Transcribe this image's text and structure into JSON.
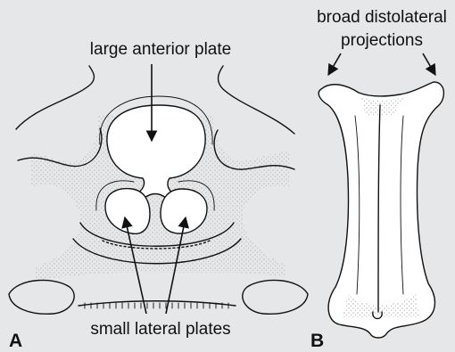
{
  "panels": [
    {
      "letter": "A",
      "labels": {
        "top": "large anterior plate",
        "bottom": "small lateral plates"
      }
    },
    {
      "letter": "B",
      "labels": {
        "line1": "broad distolateral",
        "line2": "projections"
      }
    }
  ],
  "colors": {
    "background": "#e6e7e8",
    "ink": "#111111",
    "fill": "#ffffff"
  }
}
